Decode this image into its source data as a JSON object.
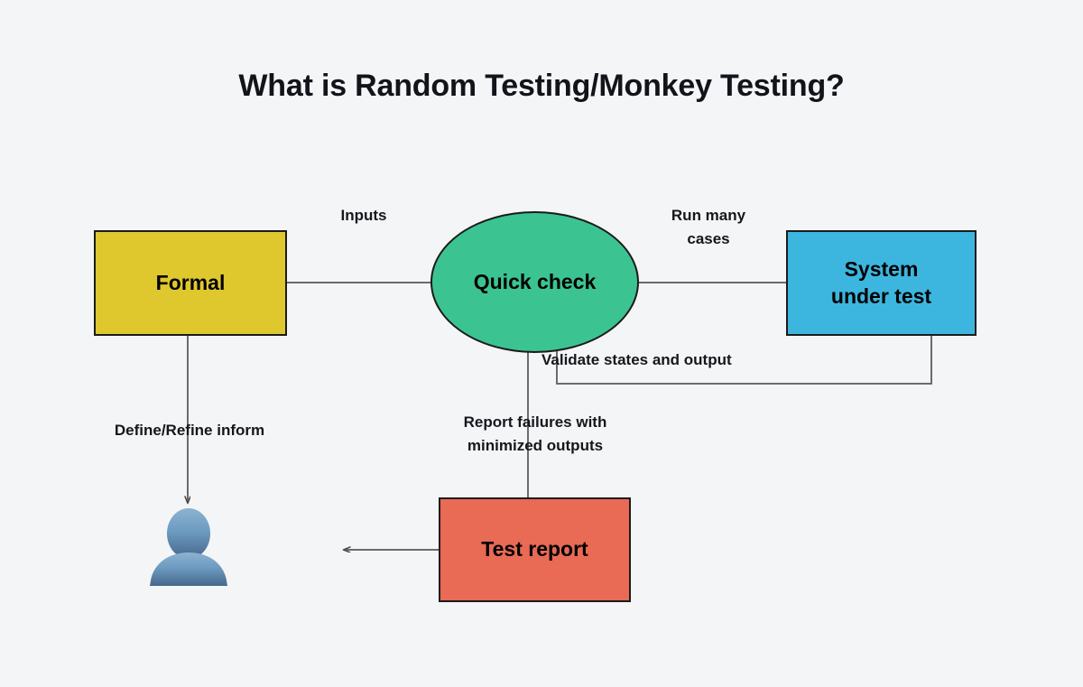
{
  "page": {
    "title": "What is Random Testing/Monkey Testing?",
    "background_color": "#f4f5f7"
  },
  "diagram": {
    "nodes": [
      {
        "id": "formal",
        "label": "Formal",
        "shape": "rectangle",
        "fill": "#dfc72e",
        "border": "#1b1b1b"
      },
      {
        "id": "quick-check",
        "label": "Quick check",
        "shape": "ellipse",
        "fill": "#3cc392",
        "border": "#1b1b1b"
      },
      {
        "id": "system-under-test",
        "label": "System\nunder test",
        "shape": "rectangle",
        "fill": "#3db6df",
        "border": "#1b1b1b"
      },
      {
        "id": "test-report",
        "label": "Test report",
        "shape": "rectangle",
        "fill": "#e96a55",
        "border": "#1b1b1b"
      },
      {
        "id": "user",
        "label": "",
        "shape": "avatar-icon",
        "fill": "#6e9cc4",
        "border": "none"
      }
    ],
    "edges": [
      {
        "id": "formal-to-quick-check",
        "from": "formal",
        "to": "quick-check",
        "label": "Inputs",
        "arrow": false
      },
      {
        "id": "quick-check-to-system-under-test",
        "from": "quick-check",
        "to": "system-under-test",
        "label": "Run many\ncases",
        "arrow": false
      },
      {
        "id": "system-under-test-to-quick-check",
        "from": "system-under-test",
        "to": "quick-check",
        "label": "Validate states and output",
        "arrow": false
      },
      {
        "id": "formal-to-user",
        "from": "formal",
        "to": "user",
        "label": "Define/Refine inform",
        "arrow": true
      },
      {
        "id": "quick-check-to-test-report",
        "from": "quick-check",
        "to": "test-report",
        "label": "Report failures with\nminimized outputs",
        "arrow": false
      },
      {
        "id": "test-report-outgoing",
        "from": "test-report",
        "to": "",
        "label": "",
        "arrow": true
      }
    ],
    "edge_color": "#6b6b6b"
  }
}
